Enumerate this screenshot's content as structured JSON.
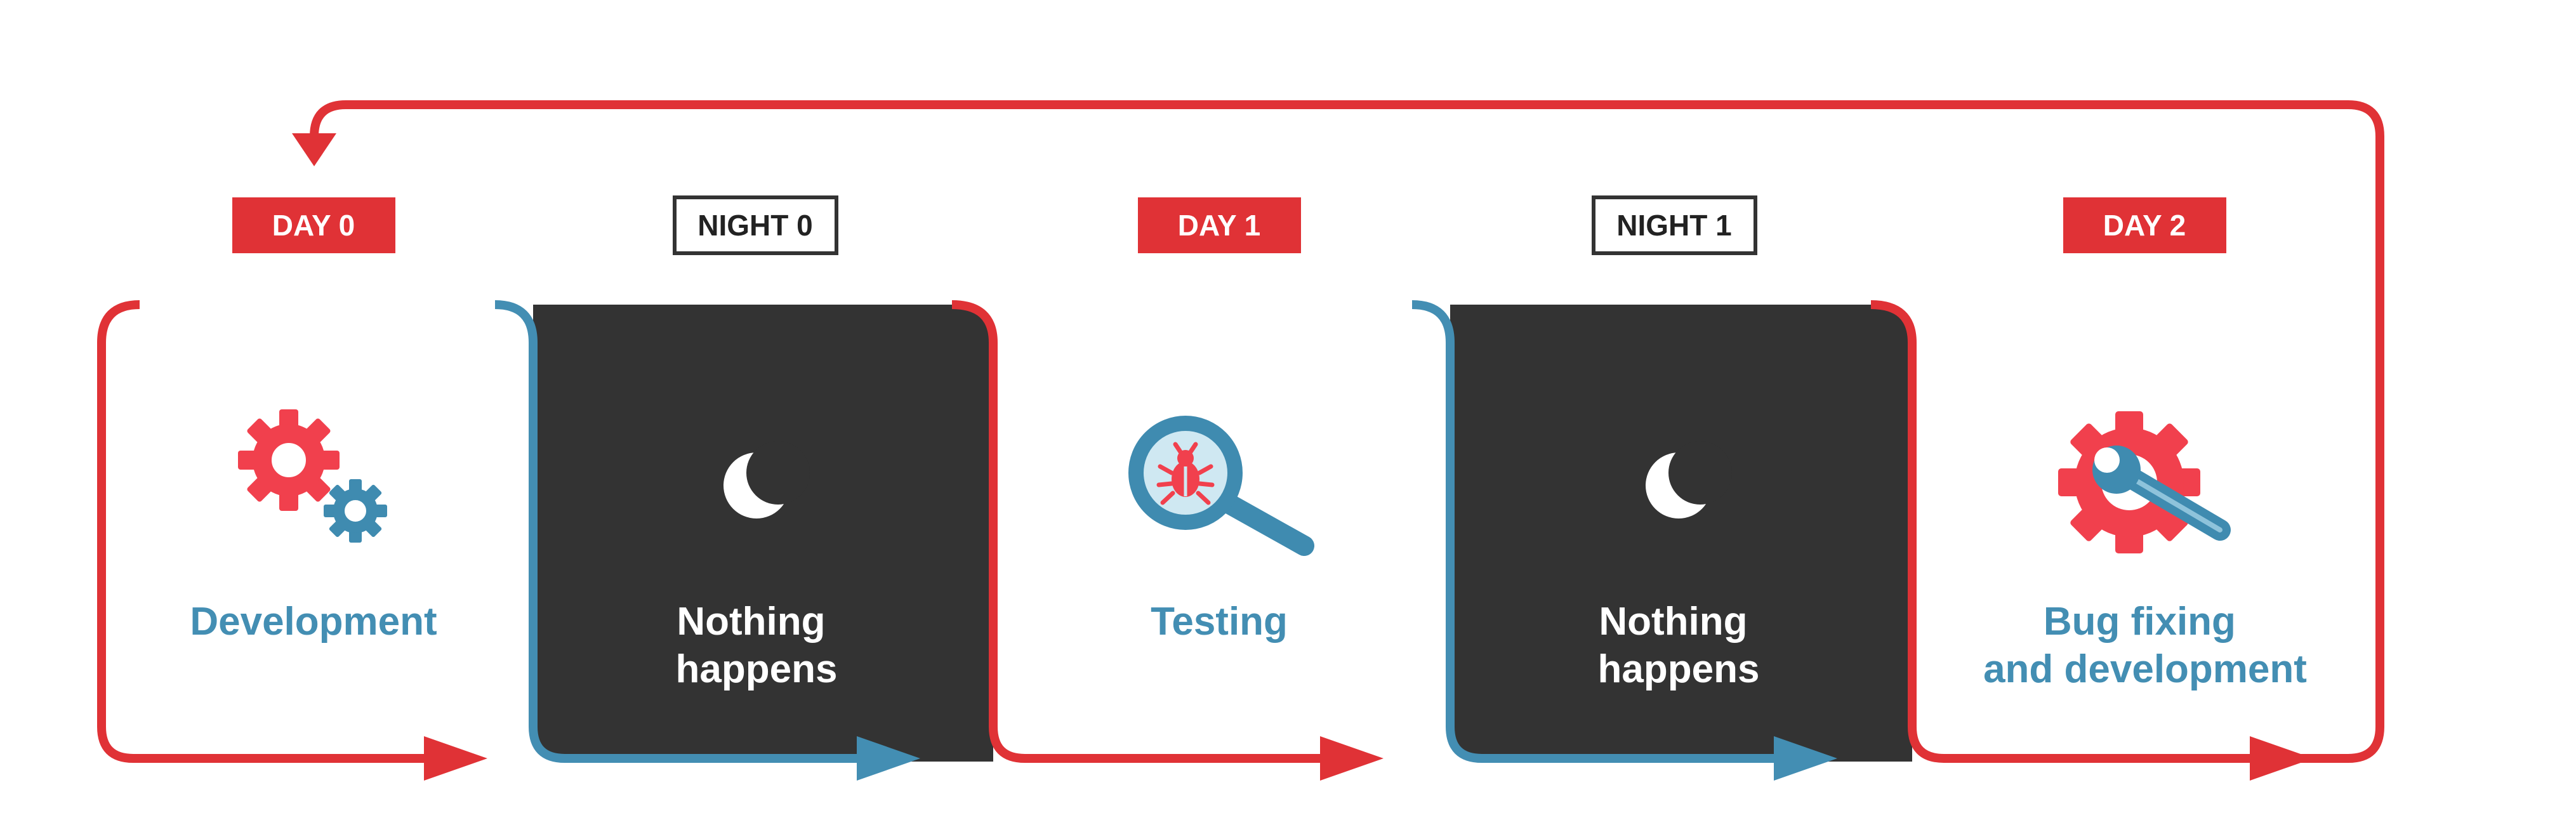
{
  "colors": {
    "day_red": "#e03236",
    "night_blue": "#438eb3",
    "night_fill": "#333333",
    "text_blue": "#438eb3",
    "text_white": "#ffffff",
    "icon_red": "#f1404d",
    "icon_blue": "#3f8bb0",
    "lens_fill": "#cfe8f2",
    "background": "#ffffff"
  },
  "phases": [
    {
      "tag": "DAY 0",
      "kind": "day",
      "label_lines": [
        "Development"
      ],
      "icon": "gears-icon"
    },
    {
      "tag": "NIGHT 0",
      "kind": "night",
      "label_lines": [
        "Nothing",
        "happens"
      ],
      "icon": "moon-icon"
    },
    {
      "tag": "DAY 1",
      "kind": "day",
      "label_lines": [
        "Testing"
      ],
      "icon": "bug-magnifier-icon"
    },
    {
      "tag": "NIGHT 1",
      "kind": "night",
      "label_lines": [
        "Nothing",
        "happens"
      ],
      "icon": "moon-icon"
    },
    {
      "tag": "DAY 2",
      "kind": "day",
      "label_lines": [
        "Bug fixing",
        "and development"
      ],
      "icon": "gear-wrench-icon"
    }
  ]
}
